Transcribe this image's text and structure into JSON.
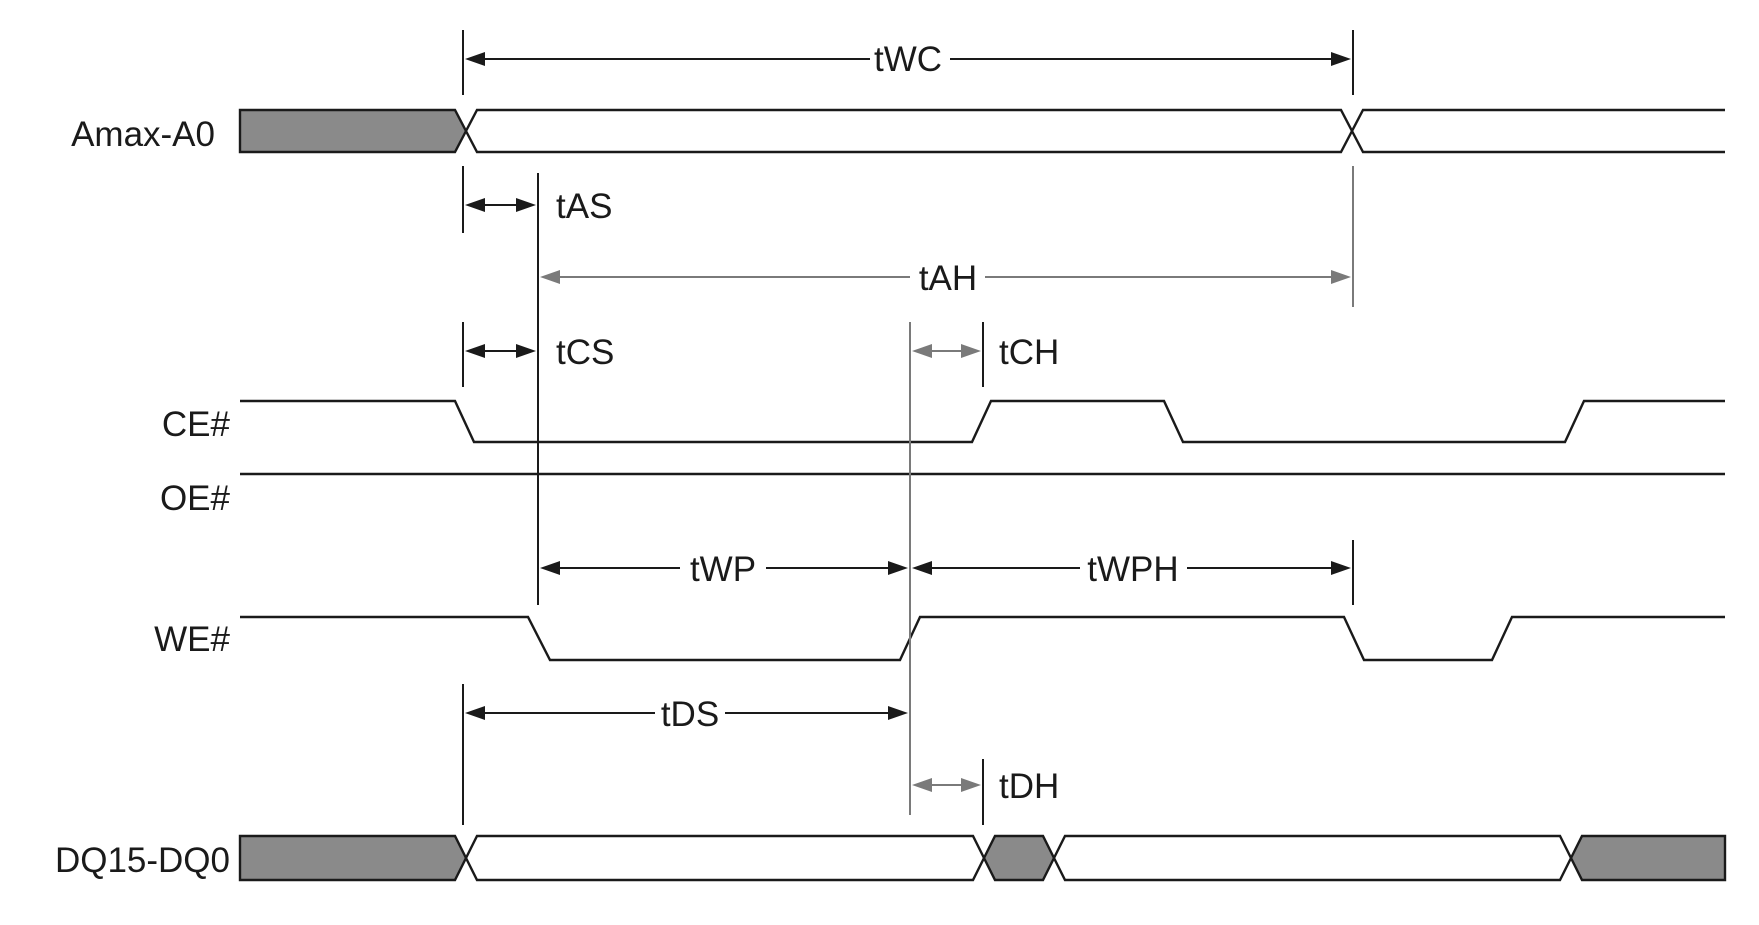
{
  "signals": {
    "address": "Amax-A0",
    "ce": "CE#",
    "oe": "OE#",
    "we": "WE#",
    "data": "DQ15-DQ0"
  },
  "timing": {
    "twc": "tWC",
    "tas": "tAS",
    "tah": "tAH",
    "tcs": "tCS",
    "tch": "tCH",
    "twp": "tWP",
    "twph": "tWPH",
    "tds": "tDS",
    "tdh": "tDH"
  },
  "colors": {
    "line": "#1a1a1a",
    "gray_reference": "#7a7a7a",
    "bus_invalid_fill": "#8a8a8a"
  }
}
